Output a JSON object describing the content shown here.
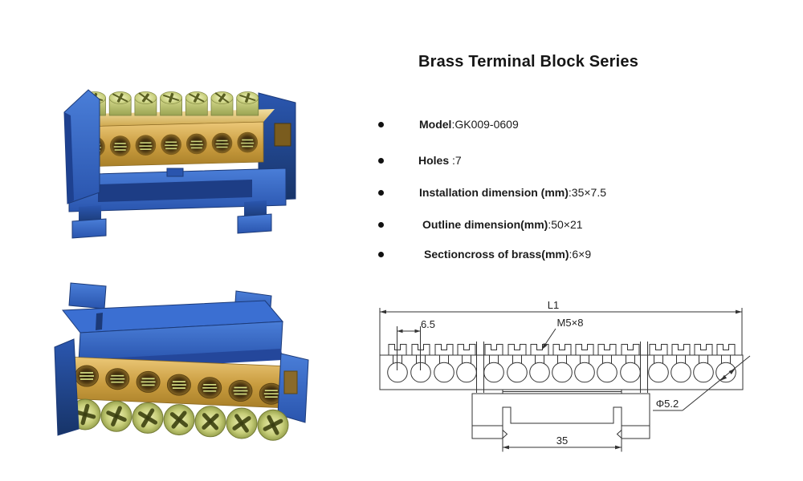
{
  "title": "Brass Terminal Block Series",
  "specs": [
    {
      "label": "Model",
      "value": ":GK009-0609"
    },
    {
      "label": "Holes",
      "value": " :7"
    },
    {
      "label": "Installation dimension (mm)",
      "value": ":35×7.5"
    },
    {
      "label": "Outline dimension(mm)",
      "value": ":50×21"
    },
    {
      "label": "Sectioncross of brass(mm)",
      "value": ":6×9"
    }
  ],
  "product": {
    "holes": 7
  },
  "drawing": {
    "labels": {
      "overall_length": "L1",
      "pitch": "6.5",
      "thread": "M5×8",
      "hole_diameter": "Φ5.2",
      "rail_width": "35"
    },
    "screw_count": 15,
    "screw_xs": [
      495,
      524,
      553,
      581,
      615,
      644,
      672,
      700,
      728,
      756,
      785,
      820,
      848,
      876,
      904
    ]
  },
  "colors": {
    "blue": "#2e5fc0",
    "blue_dark": "#1c3a78",
    "brass": "#c89b3e",
    "zinc": "#c9cc7e",
    "line": "#333333"
  }
}
